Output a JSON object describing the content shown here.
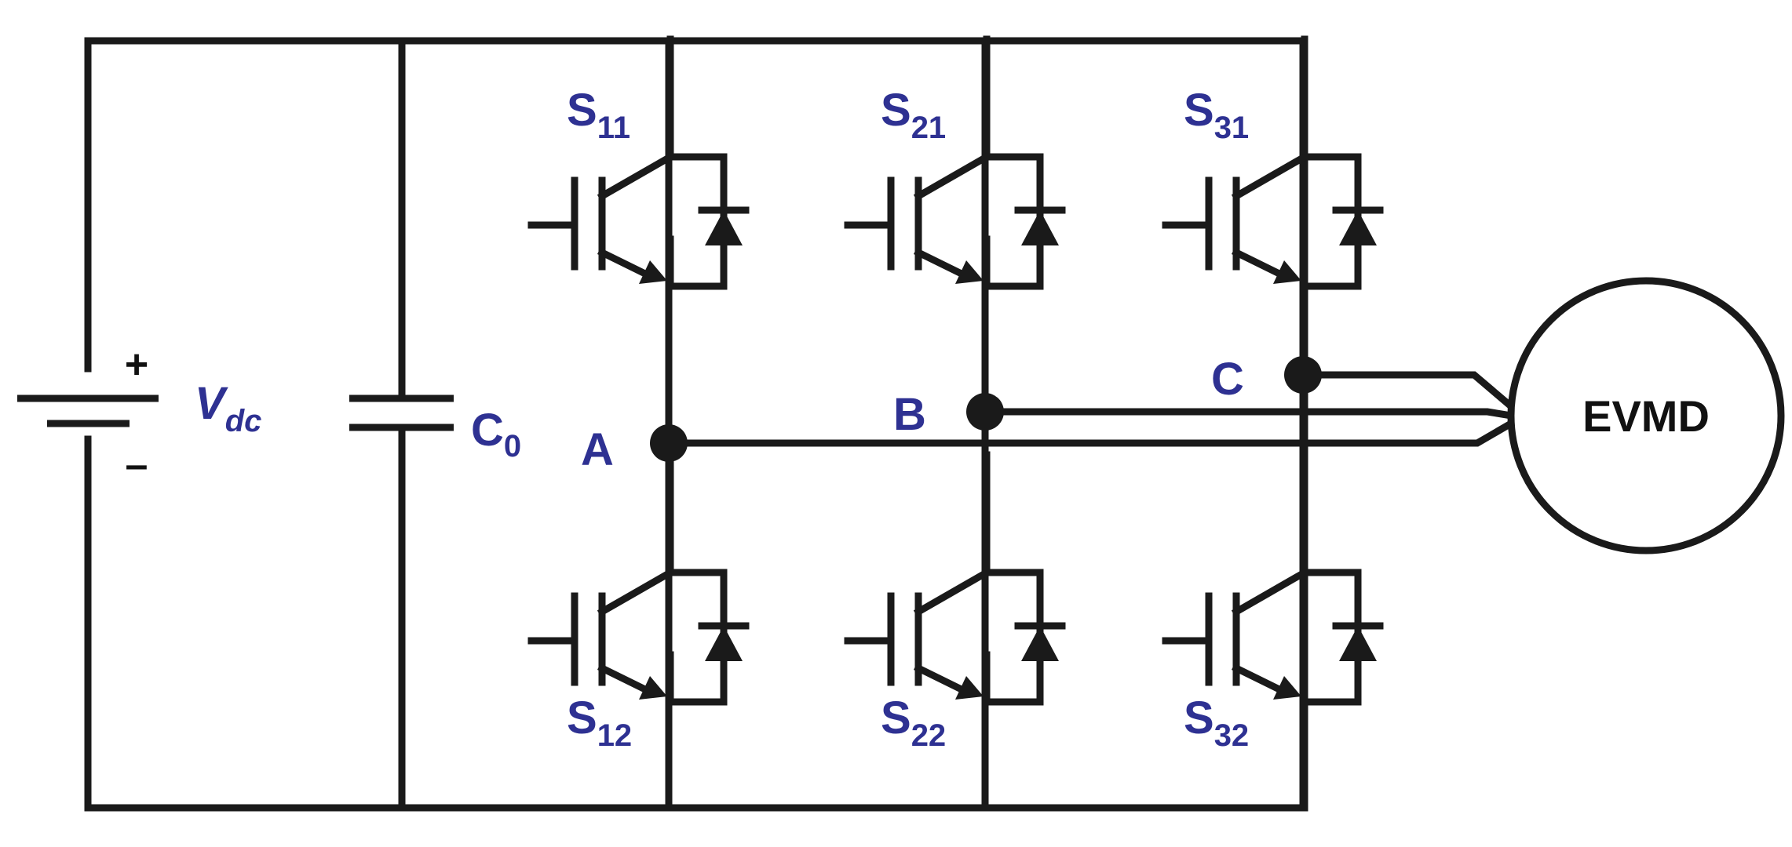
{
  "source": {
    "label": "V",
    "sub": "dc",
    "plus": "+",
    "minus": "–"
  },
  "capacitor": {
    "label": "C",
    "sub": "0"
  },
  "nodes": {
    "a": "A",
    "b": "B",
    "c": "C"
  },
  "switches": {
    "s11": {
      "label": "S",
      "sub": "11"
    },
    "s12": {
      "label": "S",
      "sub": "12"
    },
    "s21": {
      "label": "S",
      "sub": "21"
    },
    "s22": {
      "label": "S",
      "sub": "22"
    },
    "s31": {
      "label": "S",
      "sub": "31"
    },
    "s32": {
      "label": "S",
      "sub": "32"
    }
  },
  "motor": {
    "label": "EVMD"
  },
  "colors": {
    "label": "#2e3192",
    "line": "#1a1a1a"
  }
}
